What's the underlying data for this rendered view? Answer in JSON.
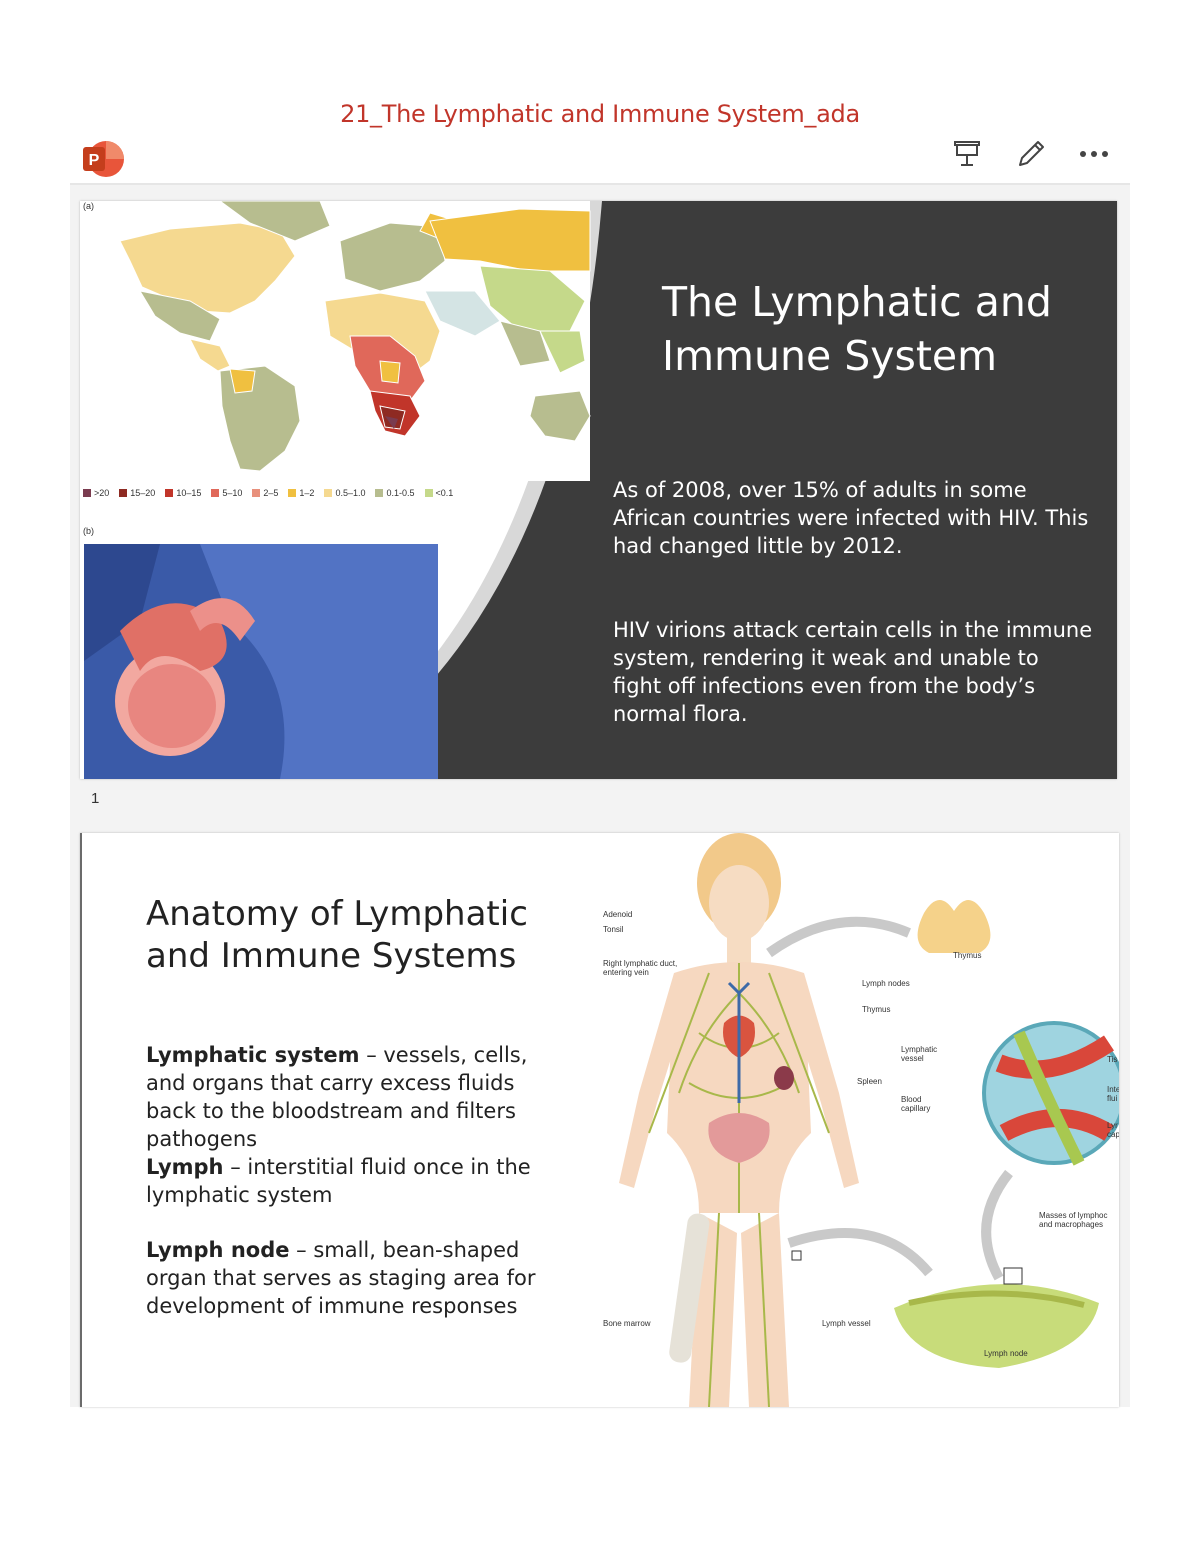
{
  "document": {
    "title": "21_The Lymphatic and Immune System_ada"
  },
  "toolbar": {
    "app_icon": "powerpoint-icon",
    "app_letter": "P",
    "present_icon": "present-icon",
    "edit_icon": "pencil-icon",
    "more_icon": "more-icon"
  },
  "slide1": {
    "title": "The Lymphatic and Immune System",
    "paragraph1": "As of 2008, over 15% of adults in some African countries were infected with HIV. This had changed little by 2012.",
    "paragraph2": "HIV virions attack certain cells in the immune system, rendering it weak and unable to fight off infections even from the body’s normal flora.",
    "figure_a_label": "(a)",
    "figure_b_label": "(b)",
    "legend": [
      {
        "label": ">20",
        "color": "#7a3b4f"
      },
      {
        "label": "15–20",
        "color": "#8e2a22"
      },
      {
        "label": "10–15",
        "color": "#c1352a"
      },
      {
        "label": "5–10",
        "color": "#e0685a"
      },
      {
        "label": "2–5",
        "color": "#e8907c"
      },
      {
        "label": "1–2",
        "color": "#f0c040"
      },
      {
        "label": "0.5–1.0",
        "color": "#f5d990"
      },
      {
        "label": "0.1-0.5",
        "color": "#b7bd8f"
      },
      {
        "label": "<0.1",
        "color": "#c5d98a"
      }
    ],
    "slide_number": "1"
  },
  "slide2": {
    "title": "Anatomy of Lymphatic and Immune Systems",
    "definitions": [
      {
        "term": "Lymphatic system",
        "text": " – vessels, cells, and organs that carry excess fluids back to the bloodstream and filters pathogens"
      },
      {
        "term": "Lymph",
        "text": " – interstitial fluid once in the lymphatic system"
      },
      {
        "term": "Lymph node",
        "text": " – small, bean-shaped organ that serves as staging area for development of immune responses"
      }
    ],
    "anatomy_labels": {
      "adenoid": "Adenoid",
      "tonsil": "Tonsil",
      "right_duct": "Right lymphatic duct, entering vein",
      "thymus_top": "Thymus",
      "lymph_nodes": "Lymph nodes",
      "thymus": "Thymus",
      "lymphatic_vessel": "Lymphatic vessel",
      "spleen": "Spleen",
      "blood_capillary": "Blood capillary",
      "tissue": "Tis",
      "interstitial": "Inte flui",
      "lymph_cap": "Lyr cap",
      "masses": "Masses of lymphoc and macrophages",
      "bone_marrow": "Bone marrow",
      "lymph_vessel": "Lymph vessel",
      "lymph_node": "Lymph node"
    }
  },
  "colors": {
    "title_red": "#c1352a",
    "slide_dark": "#3c3c3c",
    "lymph_green": "#a8b84a"
  }
}
